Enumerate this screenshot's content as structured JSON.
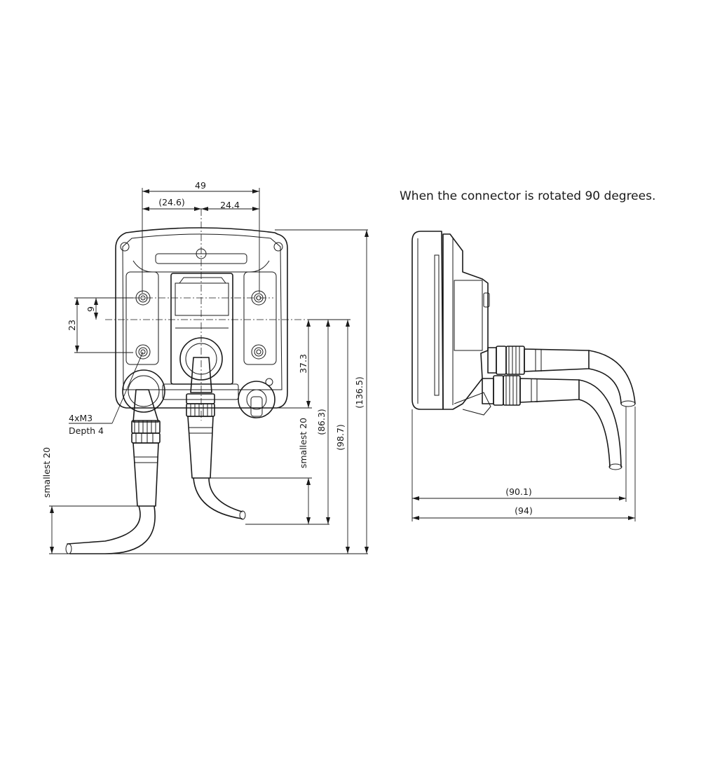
{
  "caption": "When the connector is rotated 90 degrees.",
  "front_view": {
    "dimensions": {
      "width": "49",
      "half_left": "(24.6)",
      "half_right": "24.4",
      "hole_offset": "9",
      "hole_spacing": "23",
      "center_to_bottom": "37.3",
      "bend_min_right": "smallest 20",
      "d86": "(86.3)",
      "d98": "(98.7)",
      "total_height": "(136.5)",
      "bend_min_left": "smallest 20"
    },
    "callout": {
      "line1": "4xM3",
      "line2": "Depth 4"
    }
  },
  "side_view": {
    "dimensions": {
      "depth_inner": "(90.1)",
      "depth_outer": "(94)"
    }
  }
}
